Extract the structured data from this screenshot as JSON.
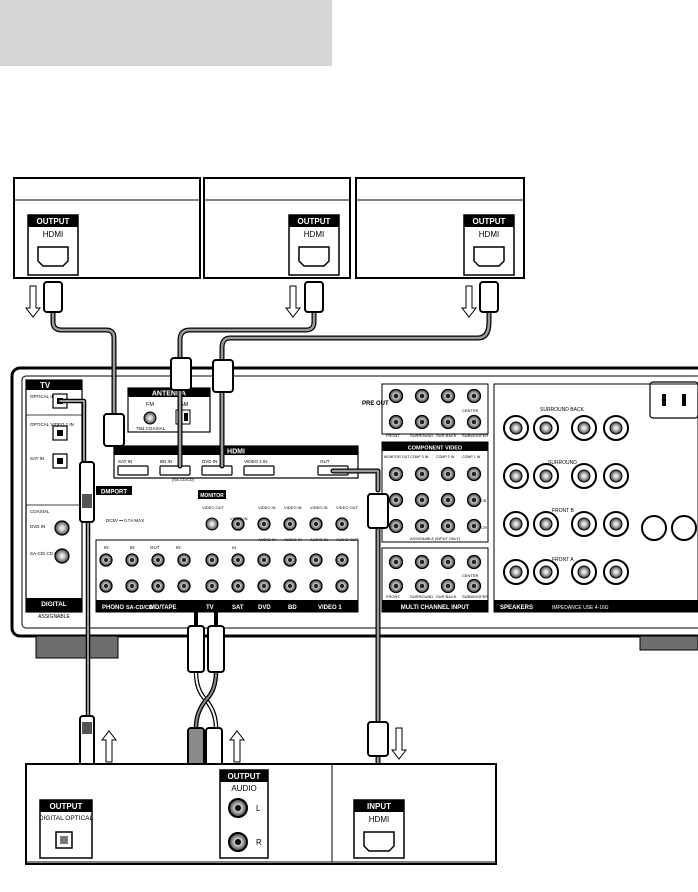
{
  "devices_top": [
    {
      "port_title": "OUTPUT",
      "port_type": "HDMI"
    },
    {
      "port_title": "OUTPUT",
      "port_type": "HDMI"
    },
    {
      "port_title": "OUTPUT",
      "port_type": "HDMI"
    }
  ],
  "receiver": {
    "tv_label": "TV",
    "optical_in": "OPTICAL IN",
    "optical_video1": "OPTICAL VIDEO 1 IN",
    "optical_sat": "SAT IN",
    "coaxial": "COAXIAL",
    "coax_dvd": "DVD IN",
    "coax_sacd": "SA-CD/ CD IN",
    "digital": "DIGITAL",
    "assignable": "ASSIGNABLE",
    "antenna": "ANTENNA",
    "fm": "FM",
    "am": "AM",
    "fm_coax": "75Ω COAXIAL",
    "hdmi": "HDMI",
    "hdmi_sat": "SAT IN",
    "hdmi_bd": "BD IN",
    "hdmi_bd_sub": "(SA-CD/CD)",
    "hdmi_dvd": "DVD IN",
    "hdmi_video1": "VIDEO 1 IN",
    "hdmi_out": "OUT",
    "dmport": "DMPORT",
    "dmport_spec": "DC5V ⎓ 0.7A MAX",
    "monitor": "MONITOR",
    "video_out": "VIDEO OUT",
    "video_in": "VIDEO IN",
    "audio_in": "AUDIO IN",
    "audio_out": "AUDIO OUT",
    "in": "IN",
    "out": "OUT",
    "phono": "PHONO",
    "sacd": "SA-CD/CD",
    "md_tape": "MD/TAPE",
    "tv": "TV",
    "sat": "SAT",
    "dvd": "DVD",
    "bd": "BD",
    "video1": "VIDEO 1",
    "pre_out": "PRE OUT",
    "front": "FRONT",
    "surround": "SURROUND",
    "sur_back": "SUR BACK",
    "center": "CENTER",
    "subwoofer": "SUBWOOFER",
    "component_video": "COMPONENT VIDEO",
    "monitor_out": "MONITOR OUT",
    "comp1_in": "COMP 1 IN",
    "comp2_in": "COMP 2 IN",
    "comp3_in": "COMP 3 IN",
    "assignable_input_only": "ASSIGNABLE (INPUT ONLY)",
    "y": "Y",
    "pb": "PB/ CB",
    "pr": "PR/ CR",
    "multi_channel_input": "MULTI CHANNEL INPUT",
    "surround_back": "SURROUND BACK",
    "front_b": "FRONT B",
    "front_a": "FRONT A",
    "speakers": "SPEAKERS",
    "impedance": "IMPEDANCE USE 4-16Ω",
    "left": "L",
    "right": "R",
    "plus": "+",
    "minus": "—"
  },
  "tv_device": {
    "digital_output_title": "OUTPUT",
    "digital_output_type": "DIGITAL OPTICAL",
    "audio_output_title": "OUTPUT",
    "audio_output_type": "AUDIO",
    "left": "L",
    "right": "R",
    "input_title": "INPUT",
    "input_type": "HDMI"
  }
}
